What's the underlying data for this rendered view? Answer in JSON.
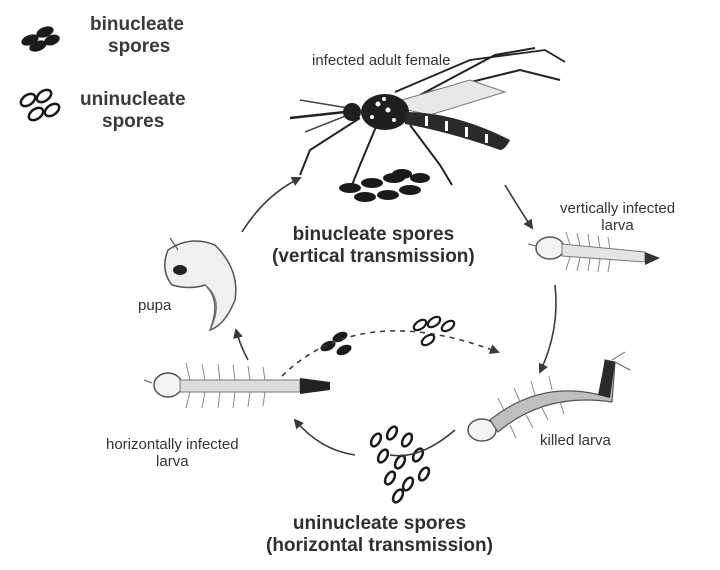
{
  "legend": {
    "binucleate": [
      "binucleate",
      "spores"
    ],
    "uninucleate": [
      "uninucleate",
      "spores"
    ]
  },
  "labels": {
    "adult": "infected adult female",
    "vertical_larva": [
      "vertically infected",
      "larva"
    ],
    "pupa": "pupa",
    "horizontal_larva": [
      "horizontally infected",
      "larva"
    ],
    "killed": "killed larva"
  },
  "spore_captions": {
    "binucleate": [
      "binucleate spores",
      "(vertical transmission)"
    ],
    "uninucleate": [
      "uninucleate spores",
      "(horizontal transmission)"
    ]
  },
  "colors": {
    "ink": "#1a1a1a",
    "line": "#3a3a3a",
    "gray": "#8a8a8a"
  }
}
